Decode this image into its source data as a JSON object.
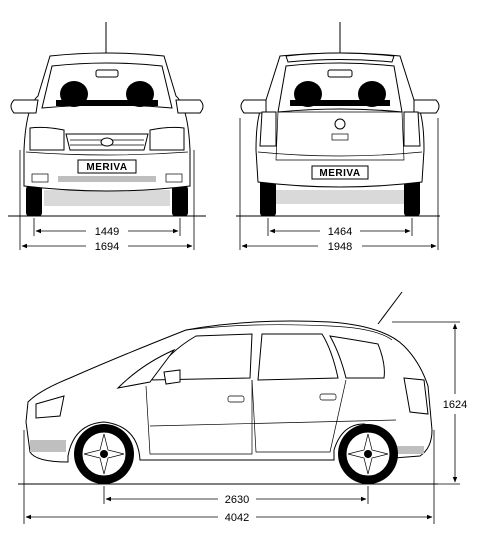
{
  "model_badge": "MERIVA",
  "dimensions": {
    "front_track": "1449",
    "front_width": "1694",
    "rear_track": "1464",
    "width_with_mirrors": "1948",
    "height": "1624",
    "wheelbase": "2630",
    "length": "4042"
  }
}
